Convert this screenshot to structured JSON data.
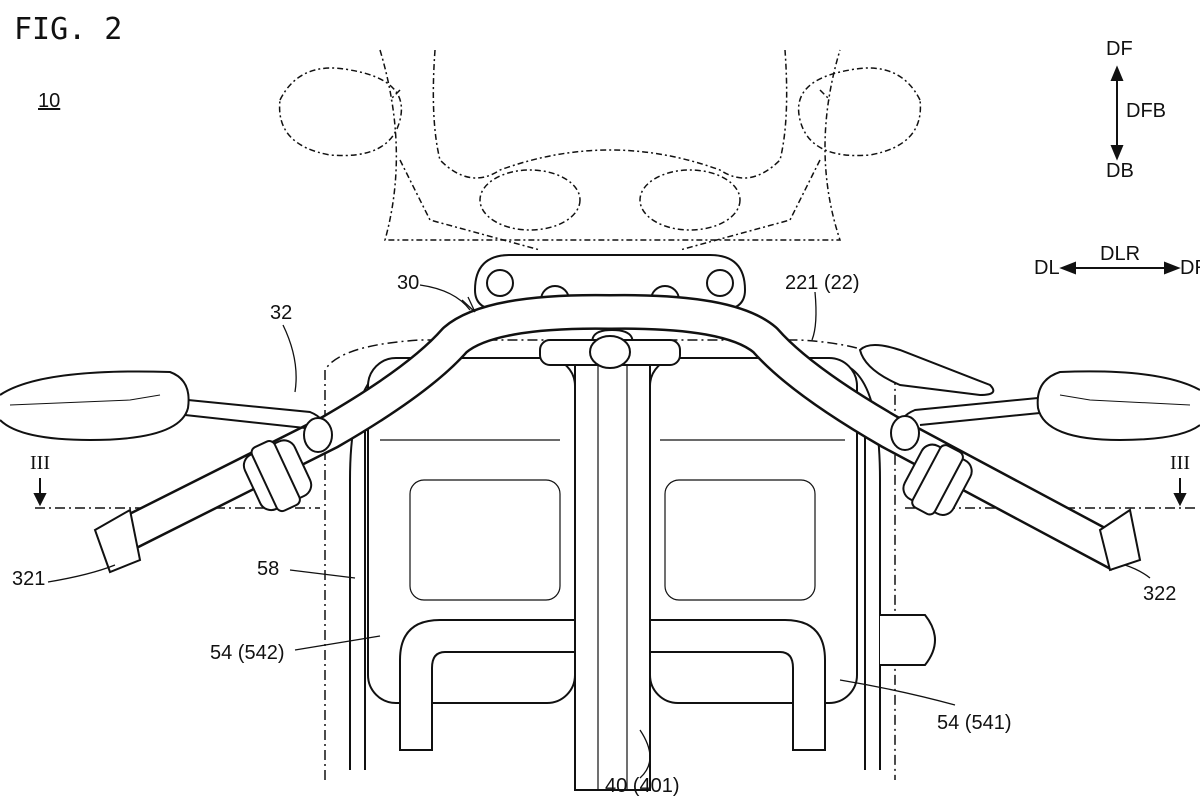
{
  "figure": {
    "title": "FIG. 2",
    "ref": "10"
  },
  "direction_fb": {
    "front": "DF",
    "axis": "DFB",
    "back": "DB"
  },
  "direction_lr": {
    "left": "DL",
    "axis": "DLR",
    "right": "DR"
  },
  "labels": {
    "handlebar": "30",
    "handle_assembly": "32",
    "cover": "221 (22)",
    "section_left": "III",
    "section_right": "III",
    "grip_left": "321",
    "grip_right": "322",
    "frame": "58",
    "tank_left": "54 (542)",
    "tank_right": "54 (541)",
    "column": "40 (401)"
  },
  "colors": {
    "ink": "#111111",
    "paper": "#ffffff"
  }
}
